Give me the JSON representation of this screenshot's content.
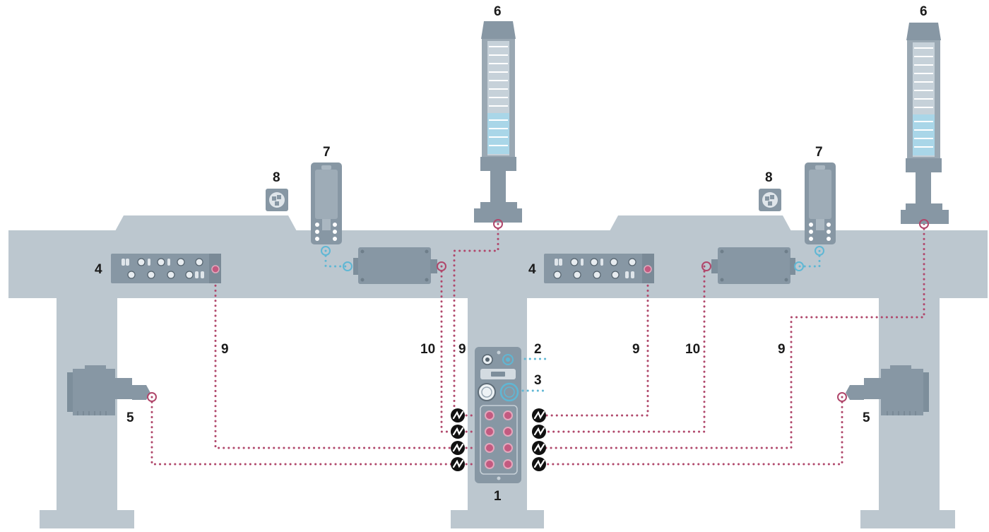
{
  "labels": {
    "hub": "1",
    "port_x1": "2",
    "port_x2": "3",
    "io_module_left": "4",
    "io_module_right": "4",
    "actuator_left": "5",
    "actuator_right": "5",
    "signal_tower_left": "6",
    "signal_tower_right": "6",
    "safety_switch_left": "7",
    "safety_switch_right": "7",
    "rfid_left": "8",
    "rfid_right": "8",
    "cable_9_a": "9",
    "cable_10_a": "10",
    "cable_9_b": "9",
    "cable_9_c": "9",
    "cable_10_b": "10",
    "cable_9_d": "9"
  },
  "colors": {
    "frame": "#bcc7cf",
    "device": "#8fa0ad",
    "cable_red": "#b0476b",
    "cable_blue": "#5fb7d4",
    "tower_light": "#a9d6e8"
  }
}
